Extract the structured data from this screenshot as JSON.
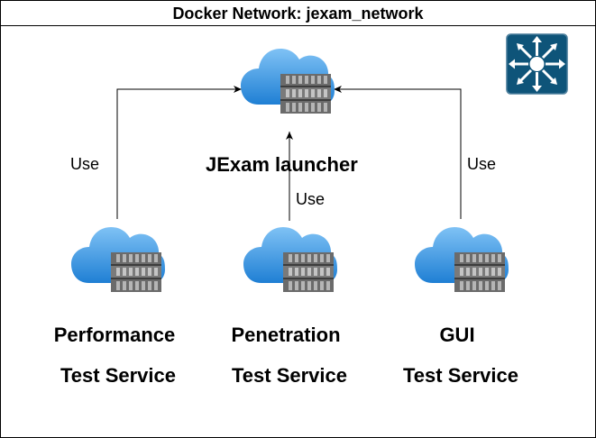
{
  "network": {
    "title": "Docker Network: jexam_network"
  },
  "launcher": {
    "label": "JExam launcher"
  },
  "edges": {
    "use_left": "Use",
    "use_center": "Use",
    "use_right": "Use"
  },
  "services": [
    {
      "line1": "Performance",
      "line2": "Test Service"
    },
    {
      "line1": "Penetration",
      "line2": "Test Service"
    },
    {
      "line1": "GUI",
      "line2": "Test Service"
    }
  ],
  "icons": {
    "container": "cloud-container-icon",
    "network": "network-switch-icon"
  },
  "colors": {
    "cloud_light": "#5aaef0",
    "cloud_dark": "#1e7fd6",
    "container_dark": "#6b6b6b",
    "container_light": "#a8a8a8",
    "switch_fill": "#0e5479"
  }
}
